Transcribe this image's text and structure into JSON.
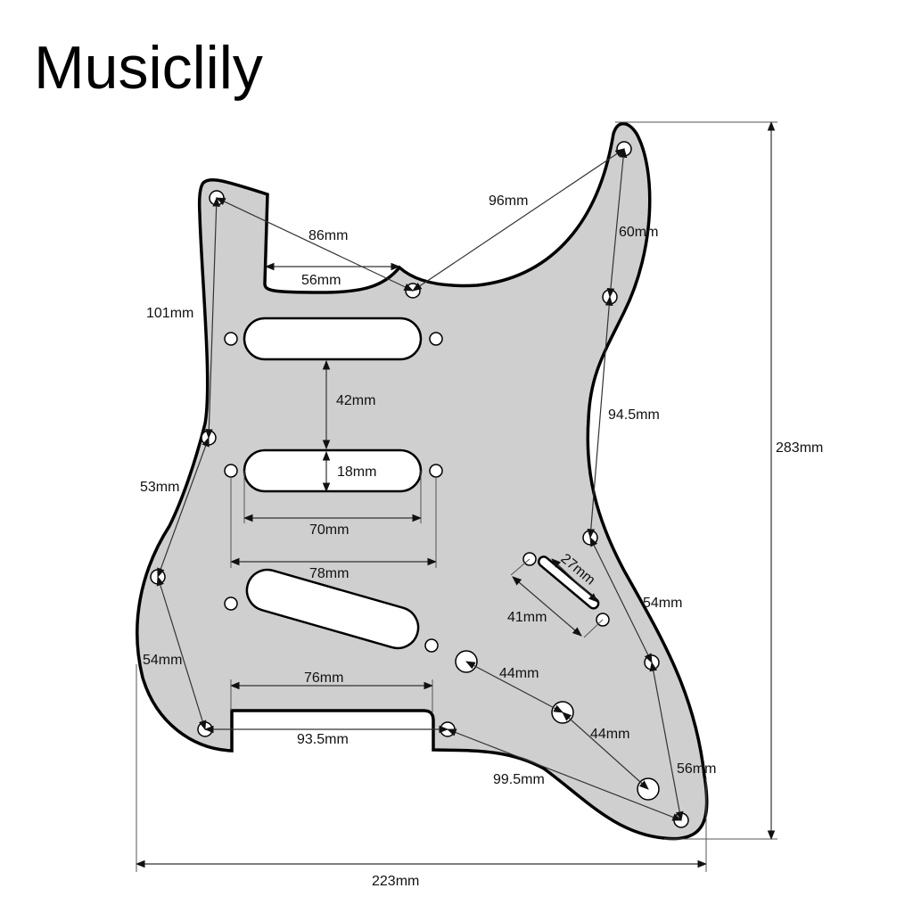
{
  "brand": "Musiclily",
  "colors": {
    "pickguard_fill": "#cfcfcf",
    "outline": "#000000",
    "dimension_line": "#333333",
    "hole_fill": "#ffffff"
  },
  "dimensions": {
    "overall_width": "223mm",
    "overall_height": "283mm",
    "horn_to_neck_pocket": "86mm",
    "neck_pocket_width": "56mm",
    "neck_screw_to_horn": "96mm",
    "horn_to_upper_right": "60mm",
    "left_upper_span": "101mm",
    "right_mid_span": "94.5mm",
    "left_mid_span": "53mm",
    "left_lower_span": "54mm",
    "pickup_spacing": "42mm",
    "pickup_height": "18mm",
    "pickup_length": "70mm",
    "pickup_screw_span": "78mm",
    "bridge_route_width": "76mm",
    "bottom_screw_span": "93.5mm",
    "control_spacing_1": "44mm",
    "control_spacing_2": "44mm",
    "bottom_right_span": "99.5mm",
    "switch_slot_length": "27mm",
    "switch_screw_span": "41mm",
    "right_lower_span": "54mm",
    "right_bottom_span": "56mm"
  }
}
